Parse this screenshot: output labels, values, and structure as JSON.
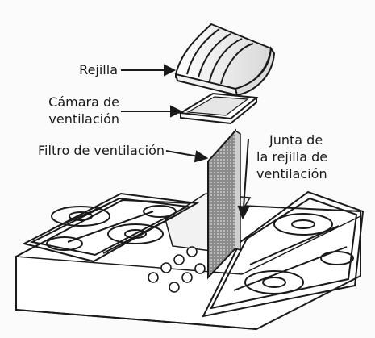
{
  "labels": {
    "grille": "Rejilla",
    "chamber_l1": "Cámara de",
    "chamber_l2": "ventilación",
    "filter": "Filtro de ventilación",
    "gasket_l1": "Junta de",
    "gasket_l2": "la rejilla de",
    "gasket_l3": "ventilación"
  }
}
